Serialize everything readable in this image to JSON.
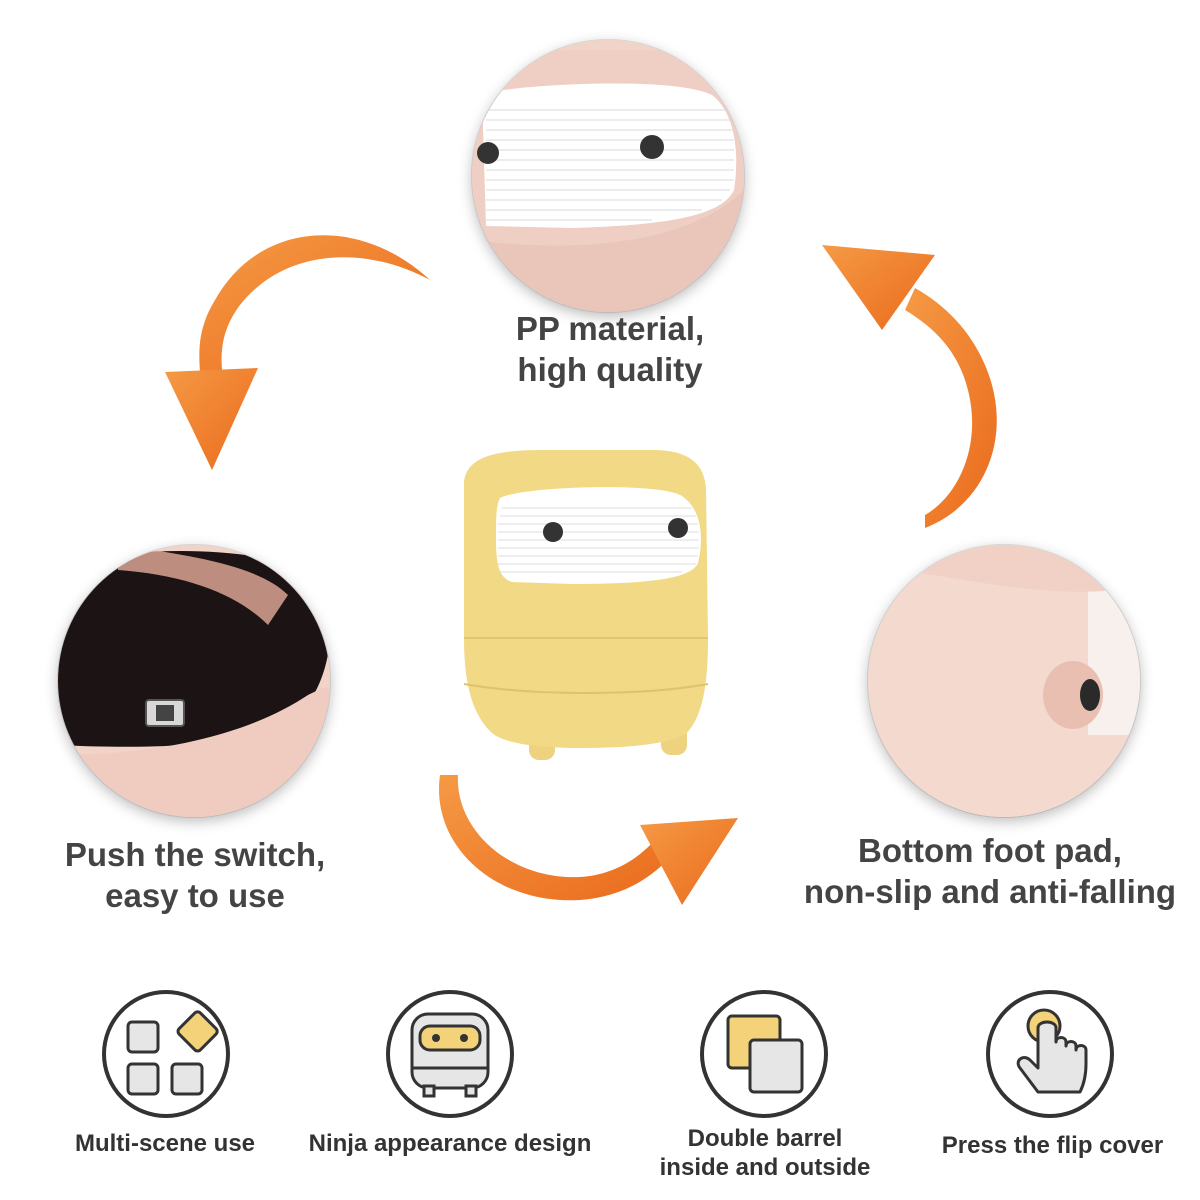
{
  "colors": {
    "arrow": "#f07a2a",
    "product_yellow": "#f2d985",
    "detail_pink": "#f6ddd3",
    "icon_accent": "#f3d27a",
    "text": "#444444"
  },
  "details": [
    {
      "caption": [
        "PP material,",
        "high quality"
      ]
    },
    {
      "caption": [
        "Push the switch,",
        "easy to use"
      ]
    },
    {
      "caption": [
        "Bottom foot pad,",
        "non-slip and anti-falling"
      ]
    }
  ],
  "features": [
    {
      "icon": "multi-scene-icon",
      "label": [
        "Multi-scene use"
      ]
    },
    {
      "icon": "ninja-icon",
      "label": [
        "Ninja appearance design"
      ]
    },
    {
      "icon": "double-barrel-icon",
      "label": [
        "Double barrel",
        "inside and outside"
      ]
    },
    {
      "icon": "press-hand-icon",
      "label": [
        "Press the flip cover"
      ]
    }
  ]
}
